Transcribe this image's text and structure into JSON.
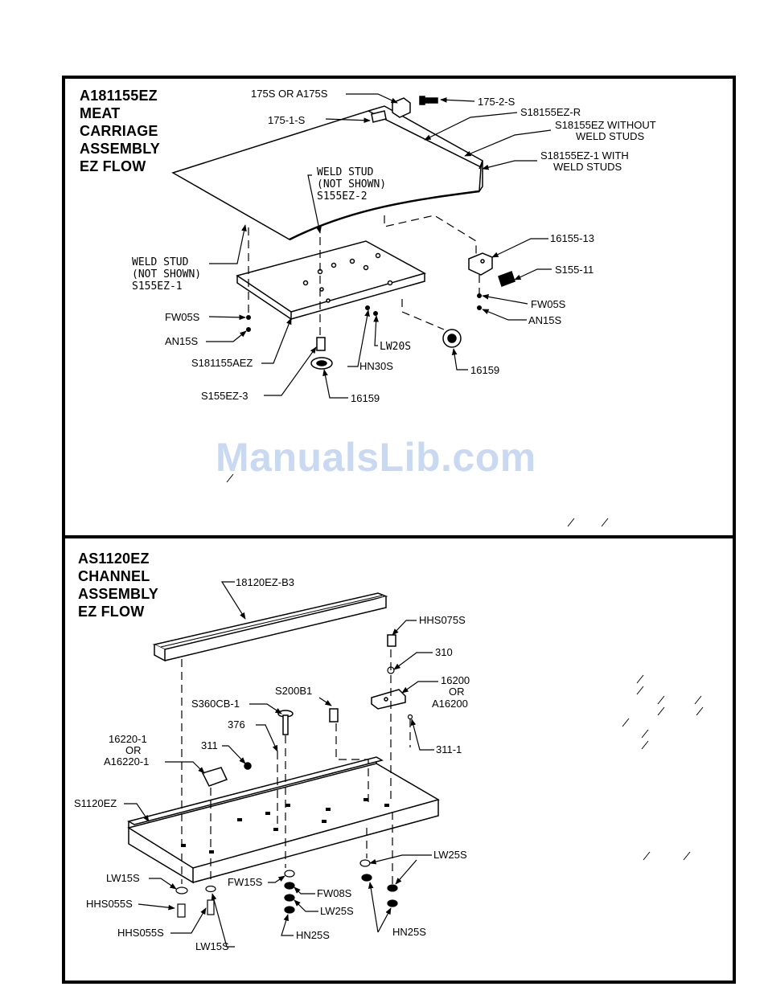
{
  "top_panel": {
    "title_lines": [
      "A181155EZ",
      "MEAT",
      "CARRIAGE",
      "ASSEMBLY",
      "EZ FLOW"
    ],
    "labels": {
      "a175s": "175S OR A175S",
      "p175_2": "175-2-S",
      "p175_1": "175-1-S",
      "s18155r": "S18155EZ-R",
      "s18155_w1": "S18155EZ WITHOUT",
      "s18155_w2": "WELD STUDS",
      "s18155_1a": "S18155EZ-1 WITH",
      "s18155_1b": "WELD STUDS",
      "ws2_1": "WELD STUD",
      "ws2_2": "(NOT SHOWN)",
      "ws2_3": "S155EZ-2",
      "ws1_1": "WELD STUD",
      "ws1_2": "(NOT SHOWN)",
      "ws1_3": "S155EZ-1",
      "p16155_13": "16155-13",
      "s155_11": "S155-11",
      "fw05s_l": "FW05S",
      "an15s_l": "AN15S",
      "fw05s_r": "FW05S",
      "an15s_r": "AN15S",
      "lw20s": "LW20S",
      "hn30s": "HN30S",
      "s181155aez": "S181155AEZ",
      "p16159_r": "16159",
      "p16159_b": "16159",
      "s155ez3": "S155EZ-3"
    }
  },
  "bottom_panel": {
    "title_lines": [
      "AS1120EZ",
      "CHANNEL",
      "ASSEMBLY",
      "EZ FLOW"
    ],
    "labels": {
      "b3": "18120EZ-B3",
      "hhs075s": "HHS075S",
      "p310": "310",
      "p16200_1": "16200",
      "p16200_2": "OR",
      "p16200_3": "A16200",
      "s200b1": "S200B1",
      "s360cb": "S360CB-1",
      "p376": "376",
      "p311": "311",
      "p311_1": "311-1",
      "p16220_1": "16220-1",
      "p16220_2": "OR",
      "p16220_3": "A16220-1",
      "s1120ez": "S1120EZ",
      "lw25s_r": "LW25S",
      "lw15s_t": "LW15S",
      "hhs055s_1": "HHS055S",
      "hhs055s_2": "HHS055S",
      "lw15s_b": "LW15S",
      "fw15s": "FW15S",
      "fw08s": "FW08S",
      "lw25s_m": "LW25S",
      "hn25s_m": "HN25S",
      "hn25s_r": "HN25S"
    }
  },
  "watermark": "ManualsLib.com"
}
